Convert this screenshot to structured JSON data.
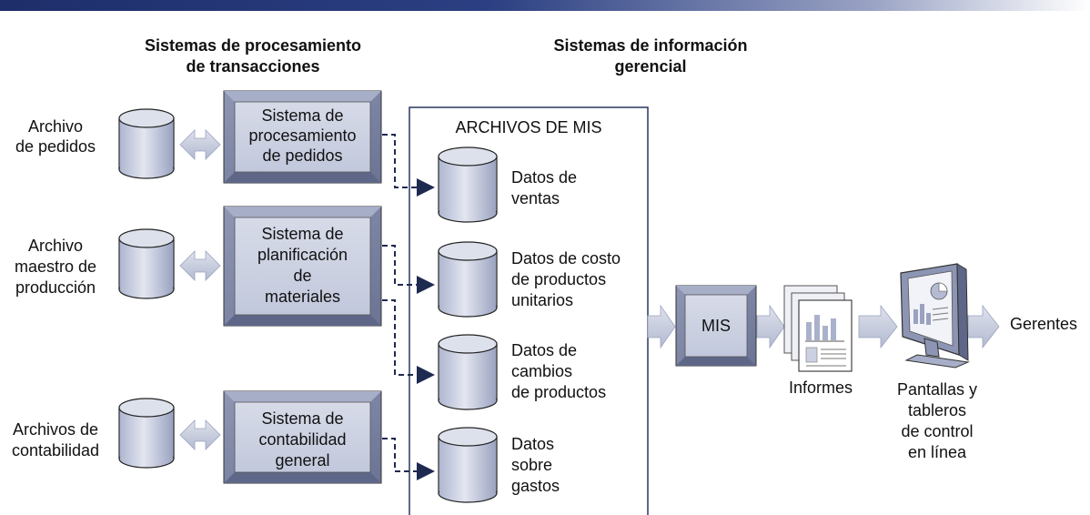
{
  "headers": {
    "tps": [
      "Sistemas de procesamiento",
      "de transacciones"
    ],
    "mis": [
      "Sistemas de información",
      "gerencial"
    ]
  },
  "files": {
    "orders": [
      "Archivo",
      "de pedidos"
    ],
    "production": [
      "Archivo",
      "maestro de",
      "producción"
    ],
    "accounting": [
      "Archivos de",
      "contabilidad"
    ]
  },
  "systems": {
    "order_processing": [
      "Sistema de",
      "procesamiento",
      "de pedidos"
    ],
    "materials_planning": [
      "Sistema de",
      "planificación",
      "de",
      "materiales"
    ],
    "general_ledger": [
      "Sistema de",
      "contabilidad",
      "general"
    ]
  },
  "mis_files": {
    "title": "ARCHIVOS DE MIS",
    "sales": [
      "Datos de",
      "ventas"
    ],
    "unit_cost": [
      "Datos de costo",
      "de productos",
      "unitarios"
    ],
    "product_changes": [
      "Datos de",
      "cambios",
      "de productos"
    ],
    "expenses": [
      "Datos",
      "sobre",
      "gastos"
    ]
  },
  "mis_box": "MIS",
  "reports": "Informes",
  "screens": [
    "Pantallas y",
    "tableros",
    "de control",
    "en línea"
  ],
  "managers": "Gerentes",
  "colors": {
    "top_bar": "#1e2e6b",
    "box_fill": "#b9c0d6",
    "box_face": "#cfd4e4",
    "cylinder_fill": "#c5cbe0",
    "arrow_fill": "#c4c9dd",
    "dashed_line": "#1e2a50"
  }
}
